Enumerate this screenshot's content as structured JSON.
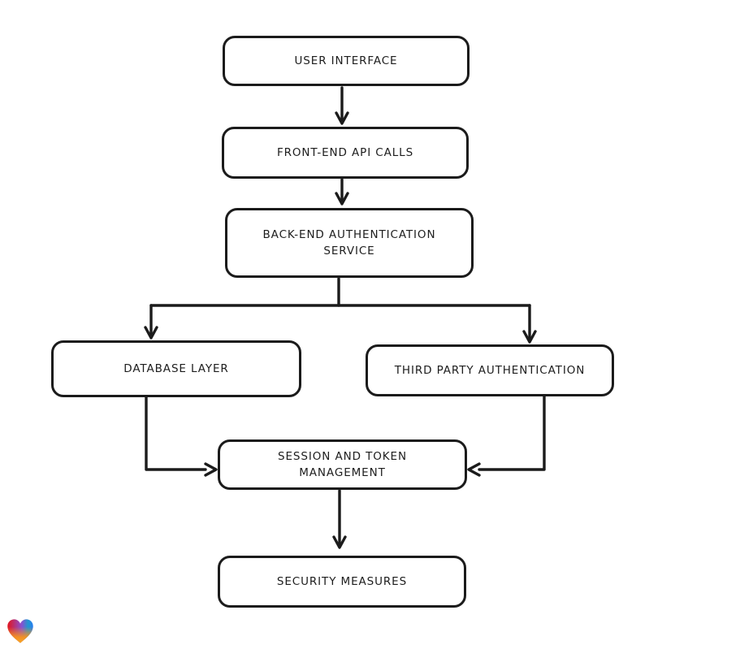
{
  "diagram": {
    "title": "Authentication architecture flowchart",
    "background_color": "#ffffff",
    "stroke_color": "#1b1b1b",
    "node_fill_color": "#ffffff",
    "nodes": [
      {
        "id": "user-interface",
        "label": "USER INTERFACE"
      },
      {
        "id": "front-end-api-calls",
        "label": "FRONT-END API CALLS"
      },
      {
        "id": "back-end-auth-service",
        "label": "BACK-END AUTHENTICATION SERVICE"
      },
      {
        "id": "database-layer",
        "label": "DATABASE LAYER"
      },
      {
        "id": "third-party-auth",
        "label": "THIRD PARTY AUTHENTICATION"
      },
      {
        "id": "session-token-mgmt",
        "label": "SESSION AND TOKEN MANAGEMENT"
      },
      {
        "id": "security-measures",
        "label": "SECURITY MEASURES"
      }
    ],
    "edges": [
      {
        "from": "user-interface",
        "to": "front-end-api-calls"
      },
      {
        "from": "front-end-api-calls",
        "to": "back-end-auth-service"
      },
      {
        "from": "back-end-auth-service",
        "to": "database-layer"
      },
      {
        "from": "back-end-auth-service",
        "to": "third-party-auth"
      },
      {
        "from": "database-layer",
        "to": "session-token-mgmt"
      },
      {
        "from": "third-party-auth",
        "to": "session-token-mgmt"
      },
      {
        "from": "session-token-mgmt",
        "to": "security-measures"
      }
    ]
  },
  "logo": {
    "name": "gradient-heart-logo",
    "colors": {
      "red": "#e3141c",
      "purple": "#8a4fd0",
      "blue": "#2a7df2",
      "orange": "#f7941d"
    }
  }
}
